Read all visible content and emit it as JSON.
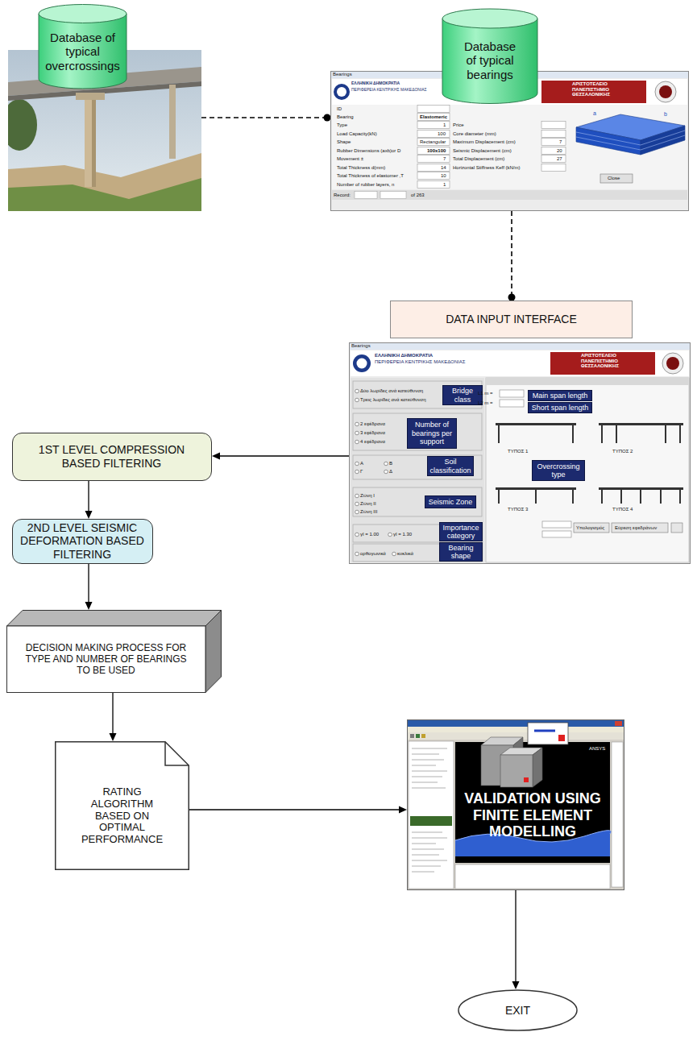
{
  "diagram": {
    "nodes": [
      {
        "text": [
          "Database of typical overcrossings"
        ]
      },
      {
        "text": [
          "Bearings"
        ]
      },
      {
        "text": [
          "Database of typical bearings"
        ]
      },
      {
        "text": [
          "DATA INPUT INTERFACE"
        ]
      },
      {
        "text": [
          "Bearings"
        ]
      },
      {
        "text": [
          "Bridge class"
        ],
        "in": 4
      },
      {
        "text": [
          "Number of bearings per support"
        ],
        "in": 4
      },
      {
        "text": [
          "Soil classification"
        ],
        "in": 4
      },
      {
        "text": [
          "Seismic Zone"
        ],
        "in": 4
      },
      {
        "text": [
          "Importance category"
        ],
        "in": 4
      },
      {
        "text": [
          "Bearing shape"
        ],
        "in": 4
      },
      {
        "text": [
          "Main span length"
        ],
        "in": 4
      },
      {
        "text": [
          "Short span length"
        ],
        "in": 4
      },
      {
        "text": [
          "Overcrossing type"
        ],
        "in": 4
      },
      {
        "text": [
          "1ST LEVEL COMPRESSION BASED FILTERING"
        ]
      },
      {
        "text": [
          "2ND LEVEL SEISMIC DEFORMATION BASED FILTERING"
        ]
      },
      {
        "text": [
          "DECISION MAKING PROCESS FOR TYPE AND NUMBER OF BEARINGS TO BE USED"
        ]
      },
      {
        "text": [
          "RATING ALGORITHM BASED ON OPTIMAL PERFORMANCE"
        ]
      },
      {
        "text": [
          "VALIDATION USING FINITE ELEMENT MODELLING"
        ]
      },
      {
        "text": [
          "EXIT"
        ]
      }
    ],
    "edges": [
      {
        "from": 0,
        "to": 1,
        "arrow": "to"
      },
      {
        "from": 1,
        "to": 3,
        "arrow": "to"
      },
      {
        "from": 4,
        "to": 14,
        "arrow": "to"
      },
      {
        "from": 14,
        "to": 15,
        "arrow": "to"
      },
      {
        "from": 15,
        "to": 16,
        "arrow": "to"
      },
      {
        "from": 16,
        "to": 17,
        "arrow": "to"
      },
      {
        "from": 17,
        "to": 18,
        "arrow": "to"
      },
      {
        "from": 18,
        "to": 19,
        "arrow": "to"
      }
    ],
    "labels": [
      "ΕΛΛΗΝΙΚΗ ΔΗΜΟΚΡΑΤΙΑ",
      "ΠΕΡΙΦΕΡΕΙΑ ΚΕΝΤΡΙΚΗΣ ΜΑΚΕΔΟΝΙΑΣ",
      "ΑΡΙΣΤΟΤΕΛΕΙΟ ΠΑΝΕΠΙΣΤΗΜΙΟ ΘΕΣΣΑΛΟΝΙΚΗΣ",
      "ID",
      "Bearing",
      "Elastomeric",
      "Type",
      "1",
      "Load Capacity(kN)",
      "100",
      "Shape",
      "Rectangular",
      "Rubber Dimensions (axb)or D",
      "100x100",
      "Movement ±",
      "7",
      "Total Thickness d(mm)",
      "14",
      "Total Thickness of elastomer ,T",
      "10",
      "Number of rubber layers, n",
      "1",
      "Record:",
      "of 263",
      "Price",
      "Core diameter (mm)",
      "Maximum Displacement (cm)",
      "7",
      "Seismic Displacement (cm)",
      "20",
      "Total Displacement (cm)",
      "27",
      "Horizontal Stiffness Keff (kN/m)",
      "a",
      "b",
      "Close",
      "ΕΛΛΗΝΙΚΗ ΔΗΜΟΚΡΑΤΙΑ",
      "ΠΕΡΙΦΕΡΕΙΑ ΚΕΝΤΡΙΚΗΣ ΜΑΚΕΔΟΝΙΑΣ",
      "ΑΡΙΣΤΟΤΕΛΕΙΟ ΠΑΝΕΠΙΣΤΗΜΙΟ ΘΕΣΣΑΛΟΝΙΚΗΣ",
      "L1 m =",
      "L2 m =",
      "Δύο λωρίδες ανά κατεύθυνση",
      "Τρεις λωρίδες ανά κατεύθυνση",
      "2 εφέδρανα",
      "3 εφέδρανα",
      "4 εφέδρανα",
      "Α",
      "Β",
      "Γ",
      "Δ",
      "Ζώνη I",
      "Ζώνη II",
      "Ζώνη III",
      "γI = 1.00",
      "γI = 1.30",
      "ορθογωνικά",
      "κυκλικά",
      "ΤΥΠΟΣ 1",
      "ΤΥΠΟΣ 2",
      "ΤΥΠΟΣ 3",
      "ΤΥΠΟΣ 4",
      "Υπολογισμός",
      "Εύρεση εφεδράνων",
      "ANSYS"
    ]
  }
}
